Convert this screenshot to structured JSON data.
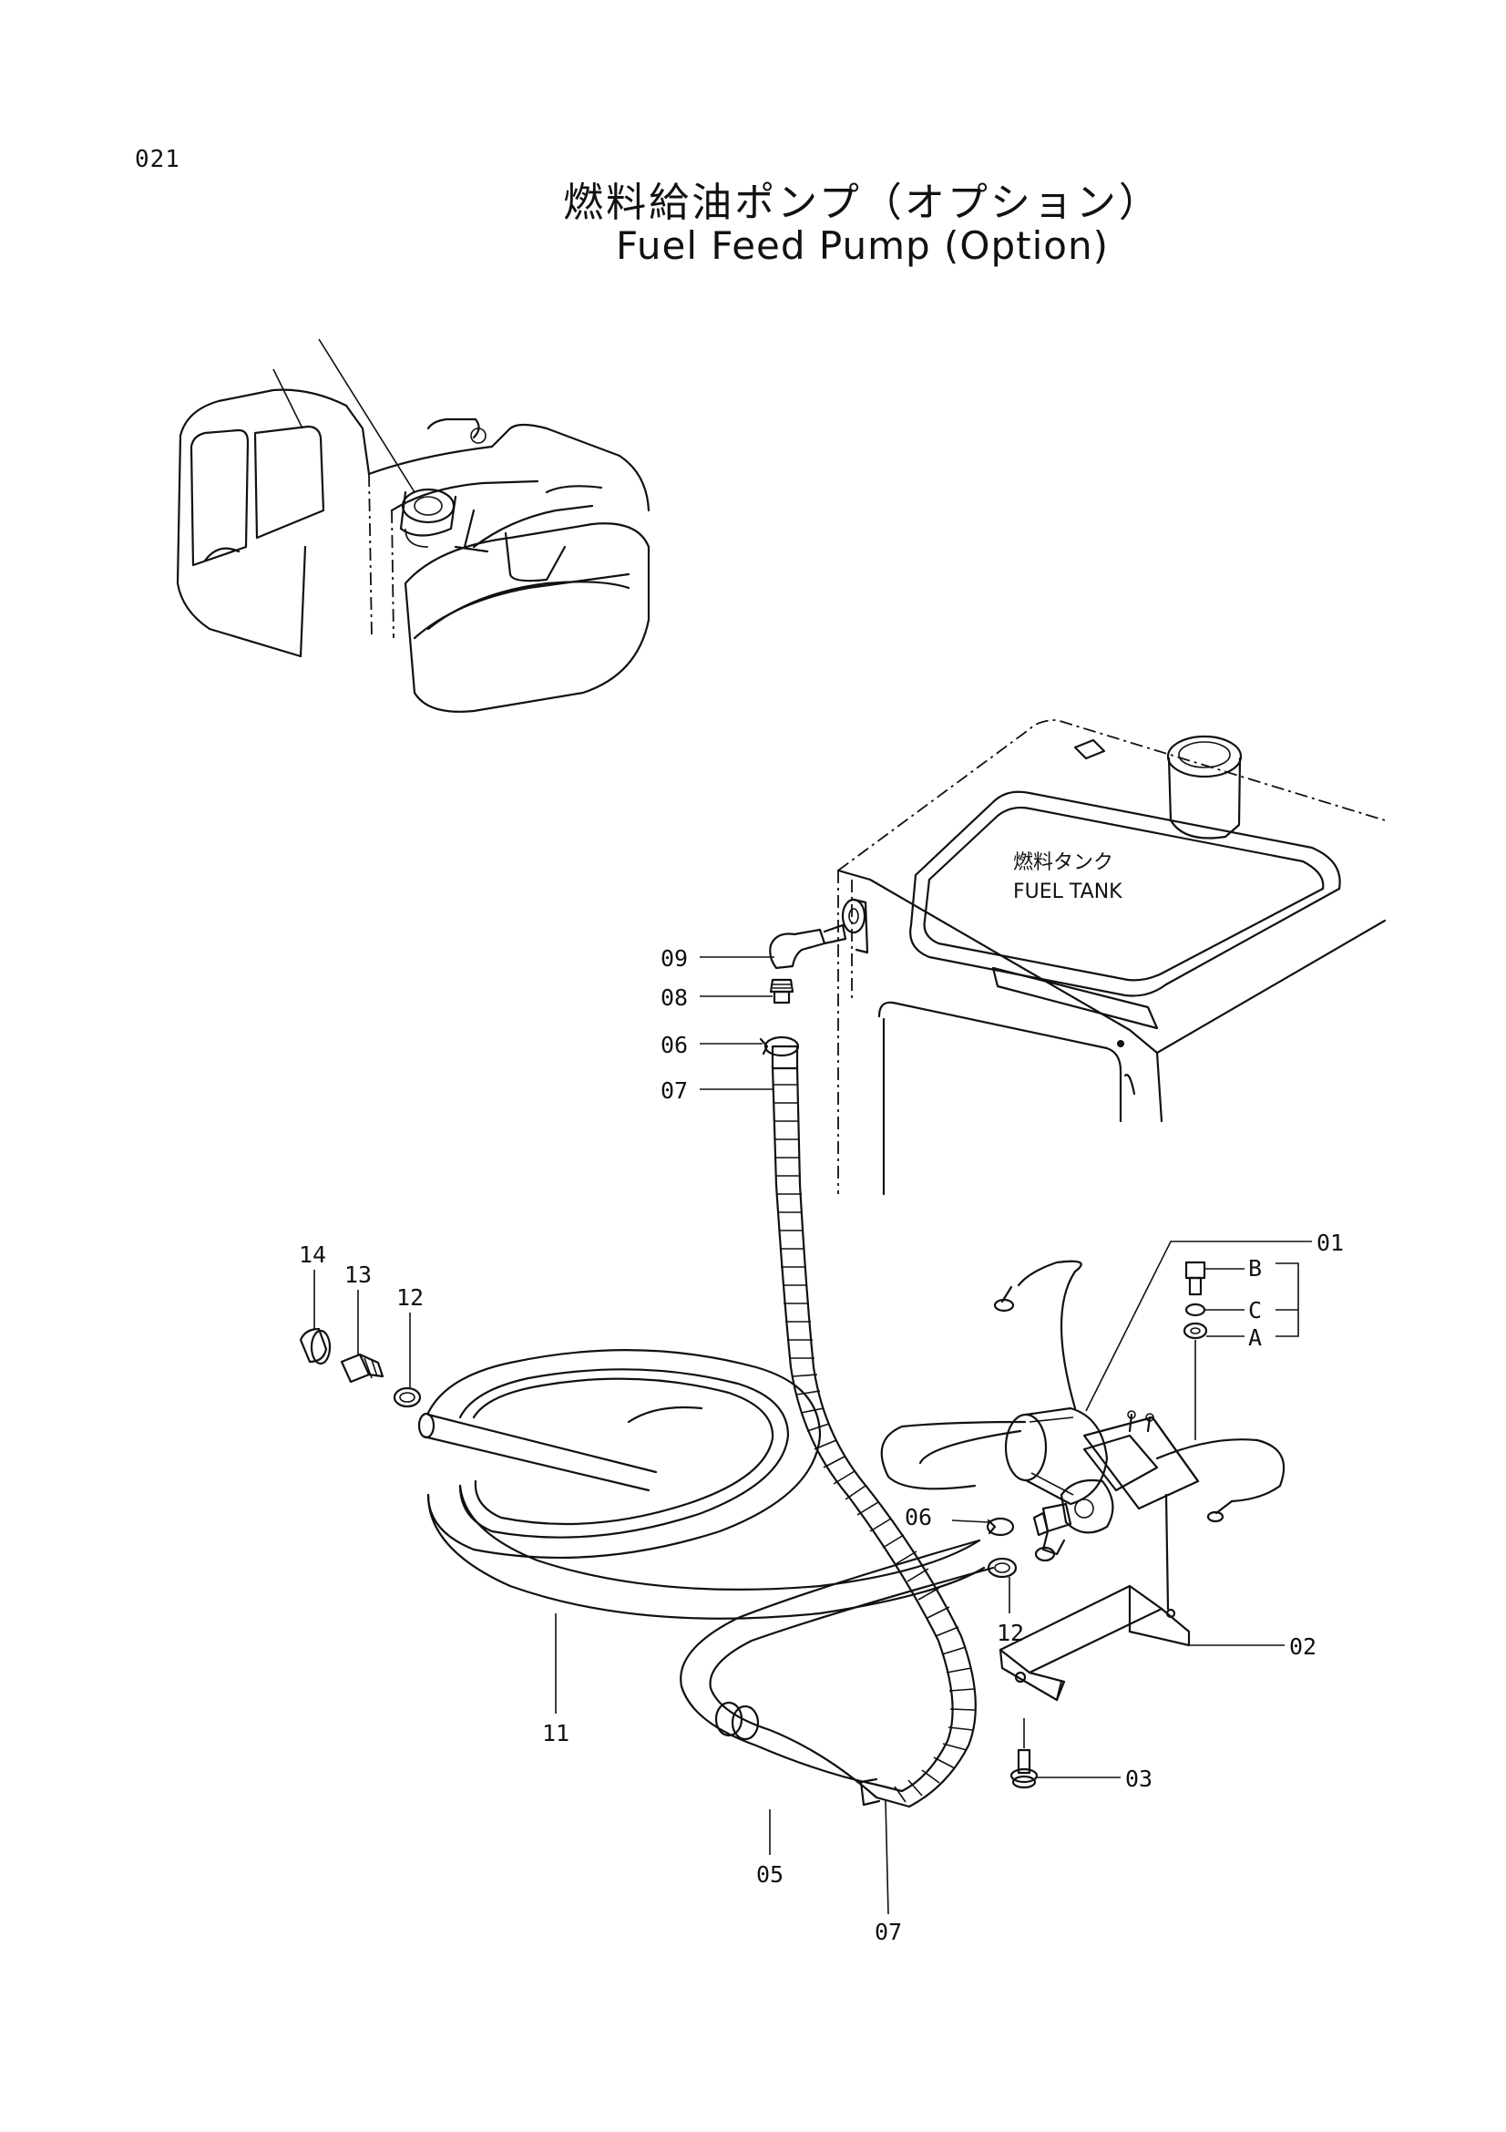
{
  "page_number": "021",
  "title_ja": "燃料給油ポンプ（オプション）",
  "title_en": "Fuel Feed Pump (Option)",
  "tank_label_ja": "燃料タンク",
  "tank_label_en": "FUEL TANK",
  "callouts": {
    "c01": "01",
    "c02": "02",
    "c03": "03",
    "c05": "05",
    "c06a": "06",
    "c06b": "06",
    "c07a": "07",
    "c07b": "07",
    "c08": "08",
    "c09": "09",
    "c11": "11",
    "c12a": "12",
    "c12b": "12",
    "c13": "13",
    "c14": "14",
    "cA": "A",
    "cB": "B",
    "cC": "C"
  }
}
